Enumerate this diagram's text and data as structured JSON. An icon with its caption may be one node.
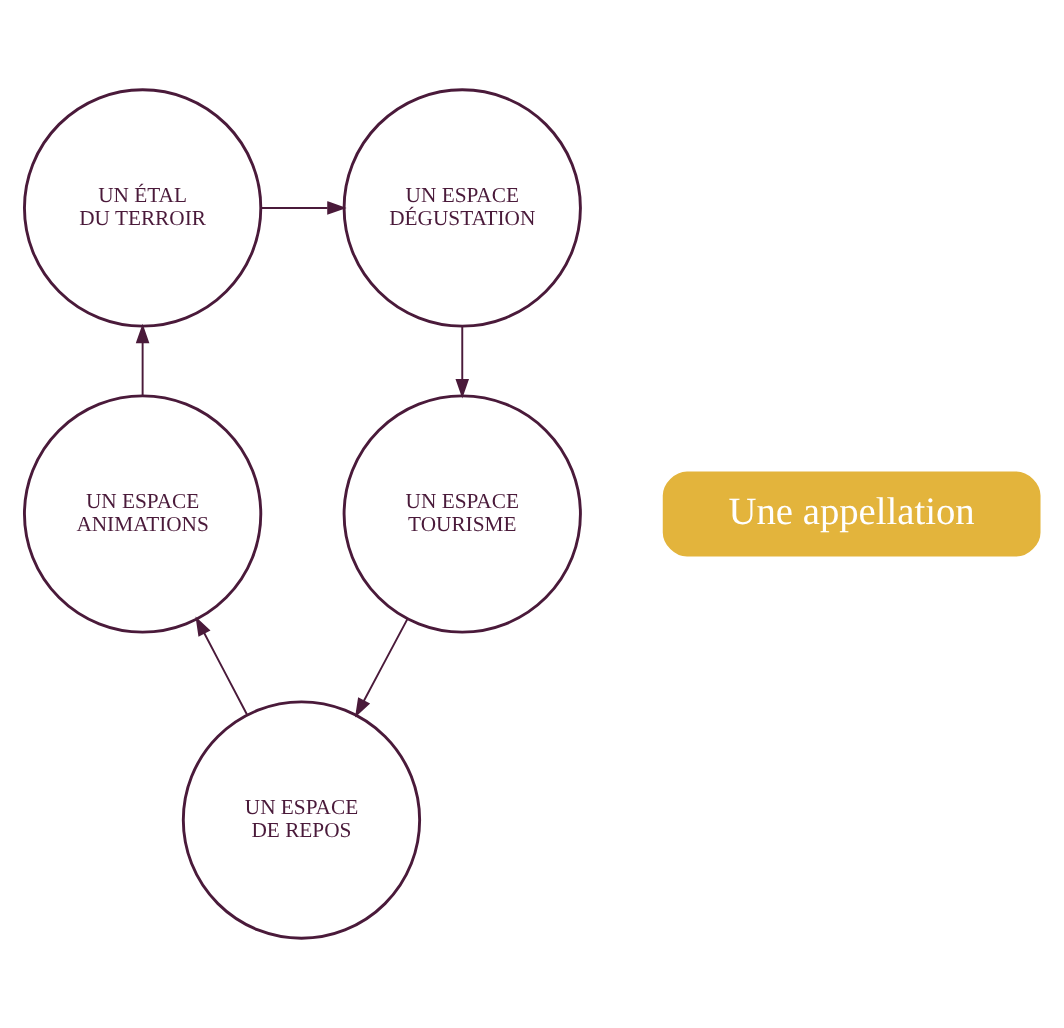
{
  "diagram": {
    "nodes": [
      {
        "text": [
          "UN ÉTAL DU TERROIR"
        ]
      },
      {
        "text": [
          "UN ESPACE DÉGUSTATION"
        ]
      },
      {
        "text": [
          "Une appellation"
        ]
      },
      {
        "text": [
          "UN ESPACE ANIMATIONS"
        ]
      },
      {
        "text": [
          "UN ESPACE TOURISME"
        ]
      },
      {
        "text": [
          "UN ESPACE DE REPOS"
        ]
      }
    ],
    "edges": [
      {
        "from": 0,
        "to": 1,
        "arrow": "to"
      },
      {
        "from": 1,
        "to": 4,
        "arrow": "to"
      },
      {
        "from": 4,
        "to": 5,
        "arrow": "to"
      },
      {
        "from": 5,
        "to": 3,
        "arrow": "to"
      },
      {
        "from": 3,
        "to": 0,
        "arrow": "to"
      }
    ]
  }
}
